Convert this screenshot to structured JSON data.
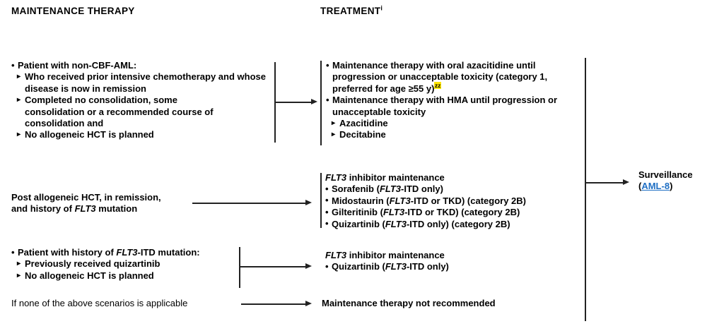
{
  "headers": {
    "left": "MAINTENANCE THERAPY",
    "right": "TREATMENT",
    "right_superscript": "i"
  },
  "colors": {
    "text": "#000000",
    "link": "#1f6fc4",
    "line": "#222222",
    "highlight": "#ffe600"
  },
  "rows": [
    {
      "id": "row-nonCBF",
      "condition": {
        "bullet": "•",
        "lead": "Patient with non-CBF-AML:",
        "sub": [
          {
            "marker": "▸",
            "text": "Who received prior intensive chemotherapy and whose disease is now in remission"
          },
          {
            "marker": "▸",
            "text": "Completed no consolidation, some consolidation or a recommended course of consolidation and"
          },
          {
            "marker": "▸",
            "text": "No allogeneic HCT is planned"
          }
        ]
      },
      "treatment": {
        "items": [
          {
            "bullet": "•",
            "text_pre": "Maintenance therapy with oral azacitidine until progression or unacceptable toxicity (category 1, preferred for age ≥55 y)",
            "superscript": "zz"
          },
          {
            "bullet": "•",
            "text_pre": "Maintenance therapy with HMA until progression or unacceptable toxicity",
            "superscript": ""
          }
        ],
        "sub": [
          {
            "marker": "▸",
            "text": "Azacitidine"
          },
          {
            "marker": "▸",
            "text": "Decitabine"
          }
        ]
      }
    },
    {
      "id": "row-postHCT-flt3",
      "condition": {
        "lines": [
          "Post allogeneic HCT, in remission,",
          "and history of FLT3 mutation"
        ]
      },
      "treatment": {
        "heading": "FLT3 inhibitor maintenance",
        "items": [
          {
            "bullet": "•",
            "drug": "Sorafenib",
            "detail": "(FLT3-ITD only)",
            "category": ""
          },
          {
            "bullet": "•",
            "drug": "Midostaurin",
            "detail": "(FLT3-ITD or TKD)",
            "category": "(category 2B)"
          },
          {
            "bullet": "•",
            "drug": "Gilteritinib",
            "detail": "(FLT3-ITD or TKD)",
            "category": "(category 2B)"
          },
          {
            "bullet": "•",
            "drug": "Quizartinib",
            "detail": "(FLT3-ITD only)",
            "category": "(category 2B)"
          }
        ]
      }
    },
    {
      "id": "row-quizartinib-history",
      "condition": {
        "bullet": "•",
        "lead": "Patient with history of FLT3-ITD mutation:",
        "sub": [
          {
            "marker": "▸",
            "text": "Previously received quizartinib"
          },
          {
            "marker": "▸",
            "text": "No allogeneic HCT is planned"
          }
        ]
      },
      "treatment": {
        "heading": "FLT3 inhibitor maintenance",
        "items": [
          {
            "bullet": "•",
            "drug": "Quizartinib",
            "detail": "(FLT3-ITD only)",
            "category": ""
          }
        ]
      }
    },
    {
      "id": "row-none",
      "condition": {
        "text": "If none of the above scenarios is applicable"
      },
      "treatment": {
        "text": "Maintenance therapy not recommended"
      }
    }
  ],
  "outcome": {
    "label": "Surveillance",
    "link_open": "(",
    "link_text": "AML-8",
    "link_close": ")"
  }
}
